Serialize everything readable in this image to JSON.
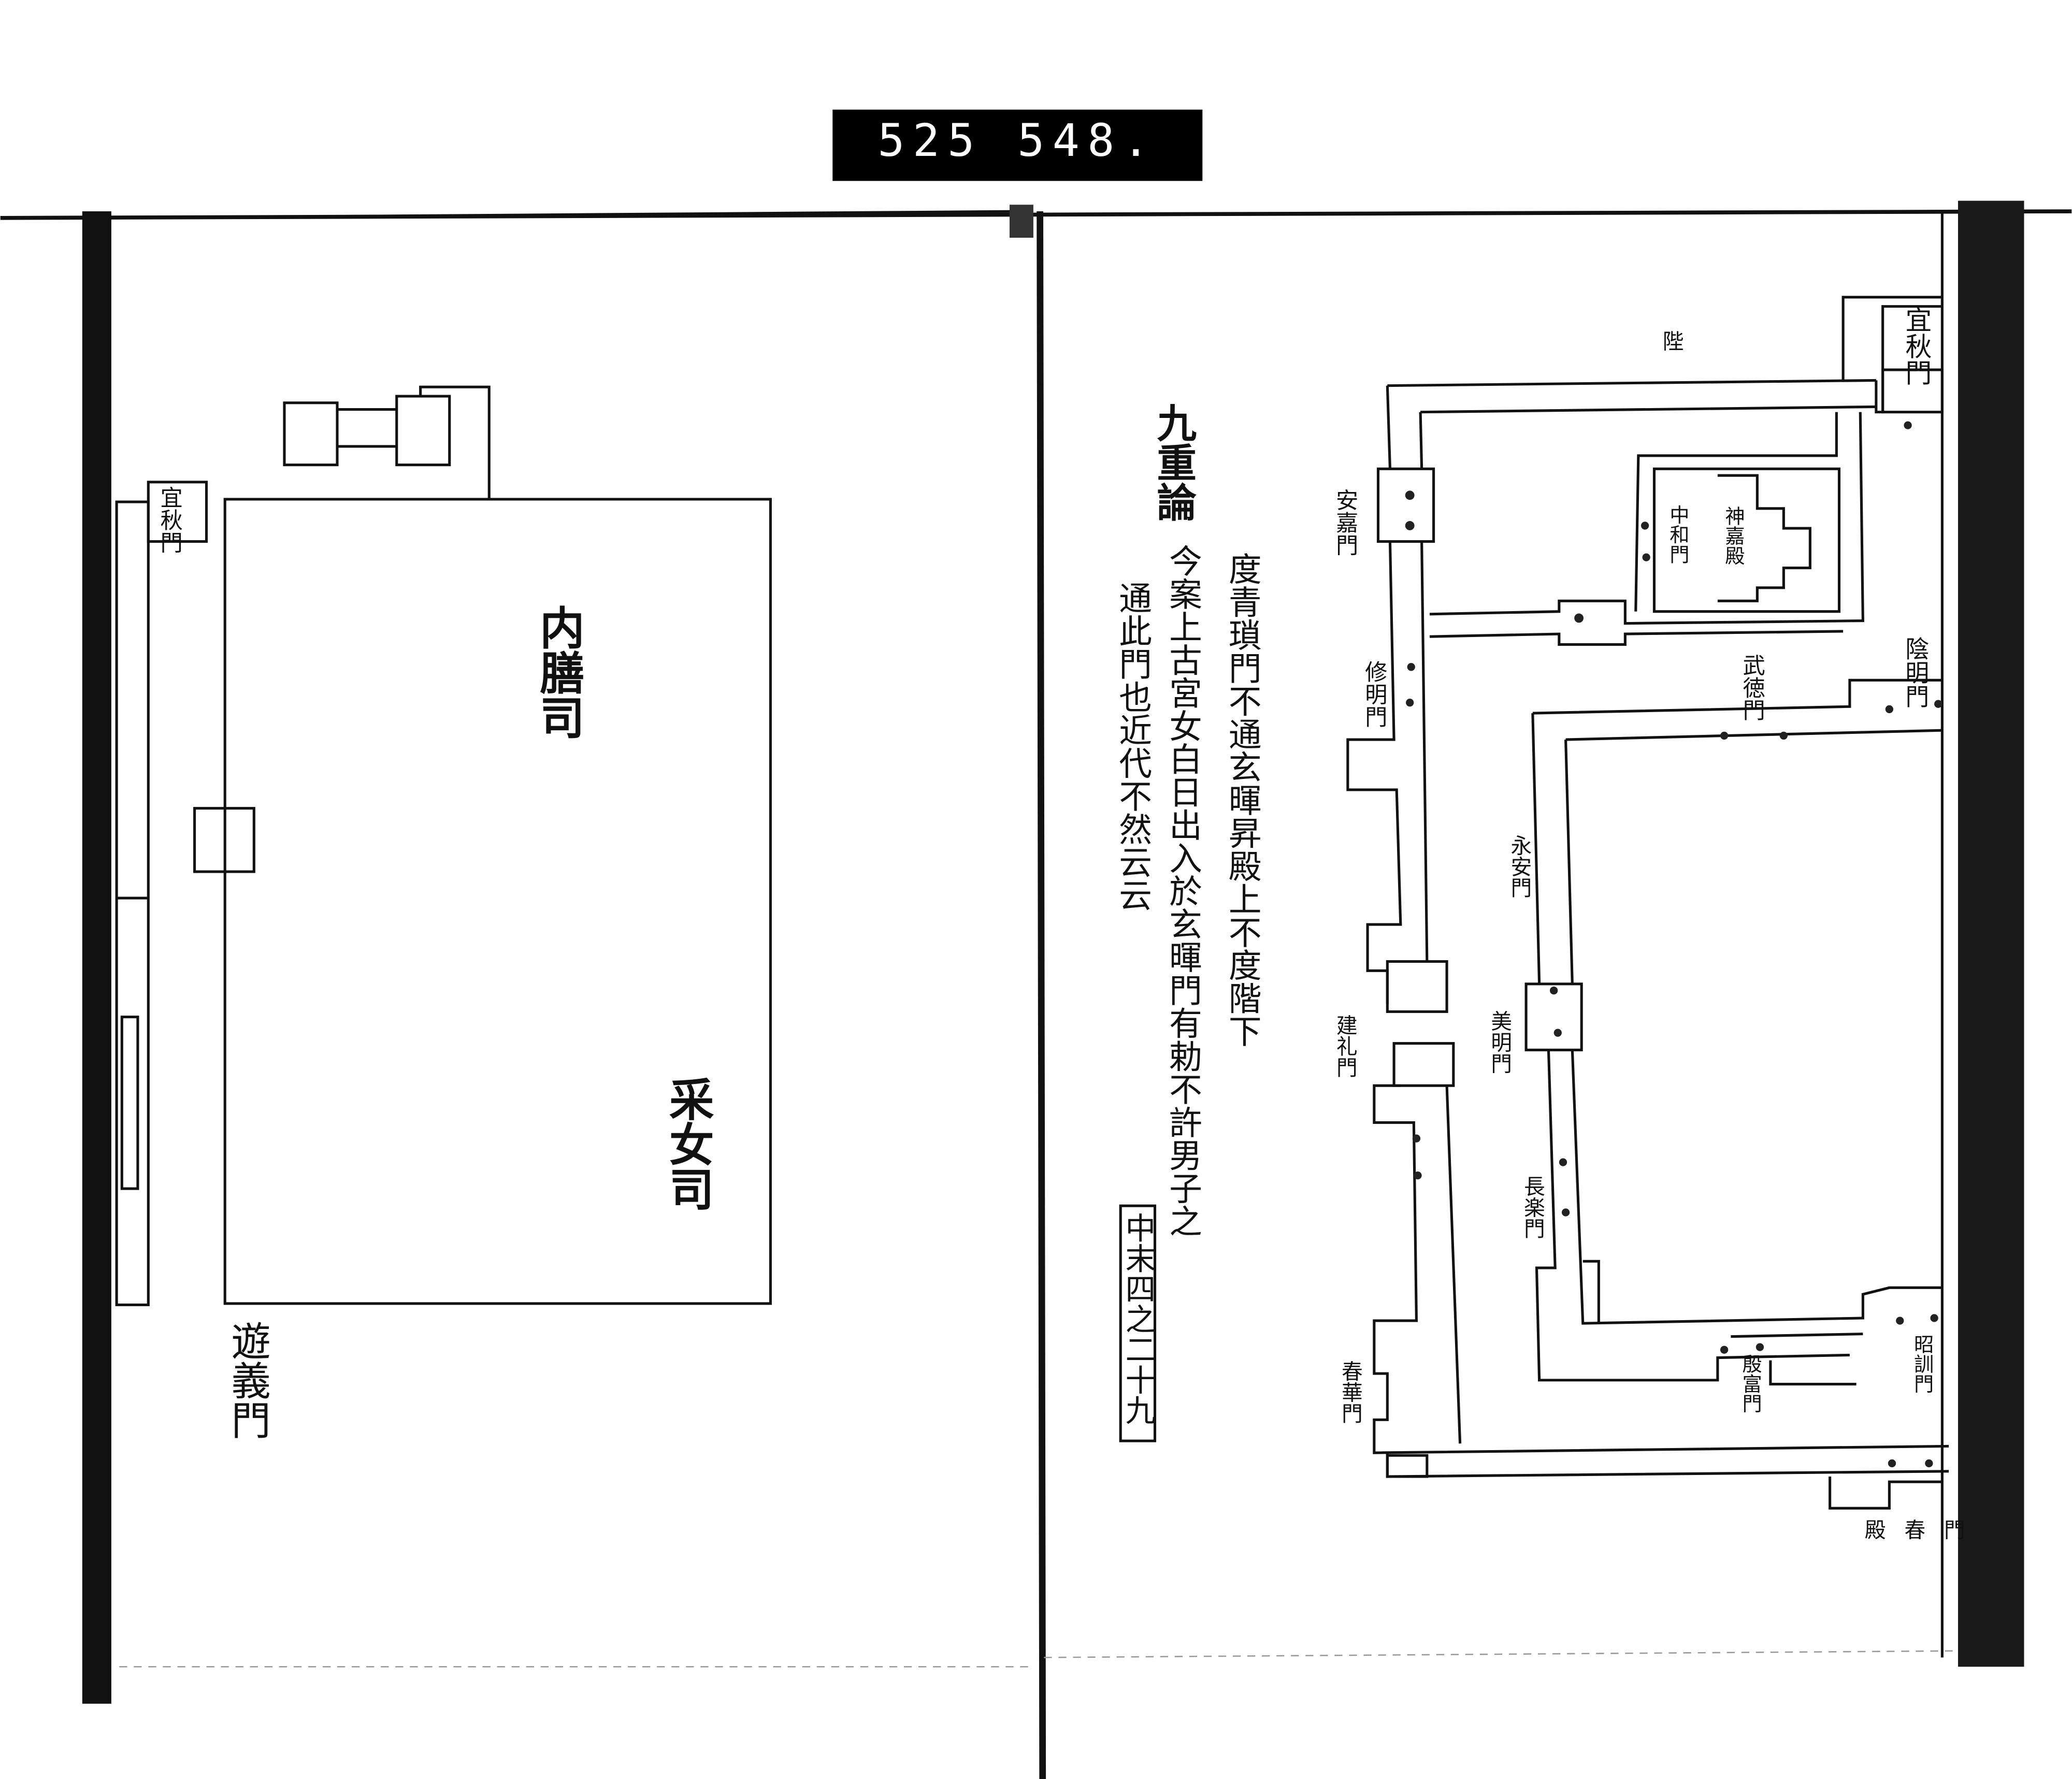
{
  "header": {
    "frame_label": "525  548."
  },
  "left_page": {
    "labels": {
      "naizen": "内膳司",
      "uneme": "采女司",
      "yugi_gate": "遊義門",
      "gishu_gate": "宜秋門"
    }
  },
  "right_page": {
    "text": {
      "title": "九重論",
      "line1": "度青瑣門不通玄暉昇殿上不度階下",
      "line2": "今案上古宮女白日出入於玄暉門有勅不許男子之",
      "line3": "通此門也近代不然云云",
      "reference": "中末四之二十九"
    },
    "plan_labels": {
      "gishu": "宜秋門",
      "inmei": "陰明門",
      "butoku": "武徳門",
      "chuwa": "中和門",
      "shinka": "神嘉殿",
      "top": "陛",
      "left1": "安嘉門",
      "left2": "修明門",
      "mid1": "永安門",
      "left3": "建礼門",
      "mid2": "美明門",
      "mid3": "長楽門",
      "left4": "春華門",
      "bottom1": "殷富門",
      "bottom2": "昭訓門",
      "foot1": "殿",
      "foot2": "春",
      "foot3": "門"
    }
  }
}
